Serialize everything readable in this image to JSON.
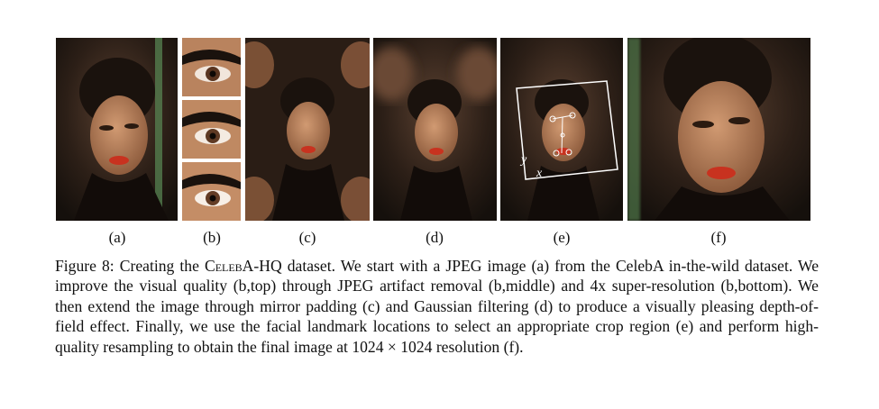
{
  "figure": {
    "panel_labels": [
      "(a)",
      "(b)",
      "(c)",
      "(d)",
      "(e)",
      "(f)"
    ],
    "crop_axis_labels": {
      "x": "x",
      "y": "y"
    },
    "caption": {
      "prefix": "Figure 8: Creating the ",
      "dataset_name": "CelebA-HQ",
      "line1_rest": " dataset. We start with a JPEG image (a) from the CelebA in-the-wild dataset. We improve the visual quality (b,top) through JPEG artifact removal (b,middle) and 4x super-resolution (b,bottom). We then extend the image through mirror padding (c) and Gaussian filtering (d) to produce a visually pleasing depth-of-field effect. Finally, we use the facial landmark locations to select an appropriate crop region (e) and perform high-quality resampling to obtain the final image at ",
      "resolution": "1024 × 1024",
      "suffix": " resolution (f)."
    }
  },
  "colors": {
    "background_dark": "#2a1d15",
    "skin": "#b9835e",
    "hair": "#1a120d",
    "lips": "#c8321f",
    "green_accent": "#5a8a55",
    "crop_box": "#ffffff"
  }
}
